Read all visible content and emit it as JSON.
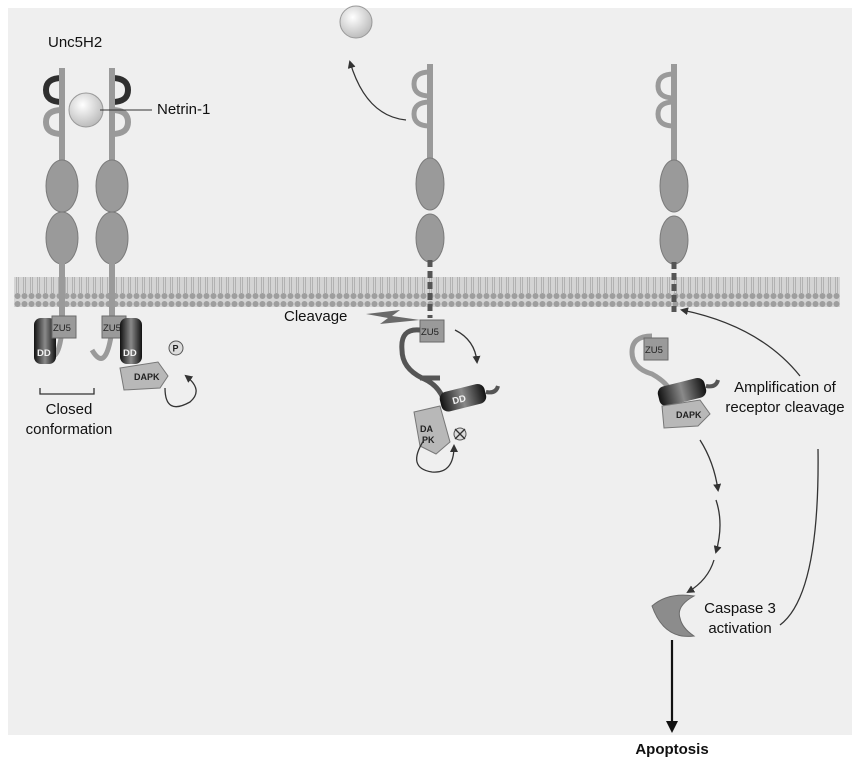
{
  "labels": {
    "receptor": "Unc5H2",
    "ligand": "Netrin-1",
    "cleavage": "Cleavage",
    "closed_conformation_1": "Closed",
    "closed_conformation_2": "conformation",
    "amplification_1": "Amplification of",
    "amplification_2": "receptor cleavage",
    "caspase_1": "Caspase 3",
    "caspase_2": "activation",
    "apoptosis": "Apoptosis"
  },
  "domains": {
    "zu5": "ZU5",
    "dd": "DD",
    "dapk": "DAPK",
    "dapk_split_1": "DA",
    "dapk_split_2": "PK",
    "phospho": "P"
  },
  "colors": {
    "panel": "#efefef",
    "receptor_fill": "#9a9a9a",
    "receptor_stroke": "#7a7a7a",
    "ig_dark": "#3a3a3a",
    "dd_dark": "#2a2a2a",
    "membrane": "#bdbdbd",
    "text": "#111111"
  }
}
